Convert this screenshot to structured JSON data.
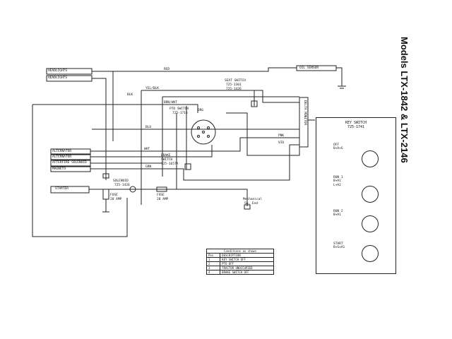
{
  "title": "Models LTX-1842 & LTX-2146",
  "blocks": {
    "headlights1": "HEADLIGHTS",
    "headlights2": "HEADLIGHTS",
    "alternator1": "ALTERNATOR",
    "alternator2": "ALTERNATOR",
    "afterfire": "AFTERFIRE SOLENOID",
    "magneto": "MAGNETO",
    "starter": "STARTER"
  },
  "labels": {
    "oil_sensor": "OIL SENSOR",
    "seat_switch": "SEAT SWITCH",
    "seat_switch_pn1": "725-1301",
    "seat_switch_pn2": "725-1426",
    "pto_switch": "PTO SWITCH",
    "pto_switch_pn": "725-1716",
    "brake_switch": "BRAKE",
    "brake_switch2": "SWITCH",
    "brake_switch_pn": "725-1657A",
    "solenoid": "SOLENOID",
    "solenoid_pn": "725-1426",
    "fuse1": "FUSE",
    "fuse1_rating": "20 AMP",
    "fuse2": "FUSE",
    "fuse2_rating": "20 AMP",
    "mechanical1": "Mechanical",
    "mechanical2": "Sw. End",
    "delta_monitor": "DELTA MONITOR",
    "wire_blk": "BLK",
    "wire_org": "ORG",
    "wire_yel": "YEL/BLK",
    "wire_red": "RED",
    "wire_blu": "BLU",
    "wire_wht": "WHT",
    "wire_grn": "GRN",
    "wire_brn": "BRN/WHT",
    "wire_pnk": "PNK",
    "wire_vio": "VIO"
  },
  "key_switch": {
    "title": "KEY SWITCH",
    "part": "725-1741",
    "positions": [
      {
        "name": "OFF",
        "detail": "B+A+G"
      },
      {
        "name": "RUN 1",
        "detail": "B+A1\nL+A2"
      },
      {
        "name": "RUN 2",
        "detail": "B+A1"
      },
      {
        "name": "START",
        "detail": "B+S+A1"
      }
    ]
  },
  "conditions": {
    "title": "Conditions as shown",
    "headers": [
      "Pos",
      "DESCRIPTION"
    ],
    "rows": [
      [
        "1",
        "KEY SWITCH OFF"
      ],
      [
        "2",
        "PTO OFF"
      ],
      [
        "3",
        "TRACTOR UNOCCUPIED"
      ],
      [
        "4",
        "BRAKE SWITCH OFF"
      ]
    ]
  }
}
